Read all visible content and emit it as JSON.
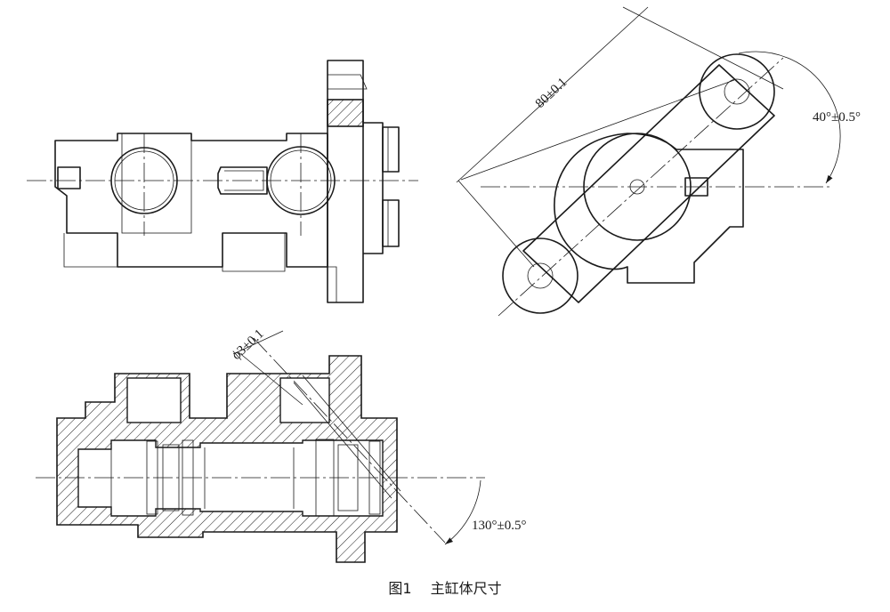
{
  "dimensions": {
    "distance": "80±0.1",
    "angle_top": "40°±0.5°",
    "hole_diameter": "ϕ3±0.1",
    "angle_bottom": "130°±0.5°"
  },
  "caption": {
    "figure_number": "图1",
    "title": "主缸体尺寸"
  },
  "colors": {
    "line": "#1a1a1a",
    "background": "#ffffff"
  }
}
